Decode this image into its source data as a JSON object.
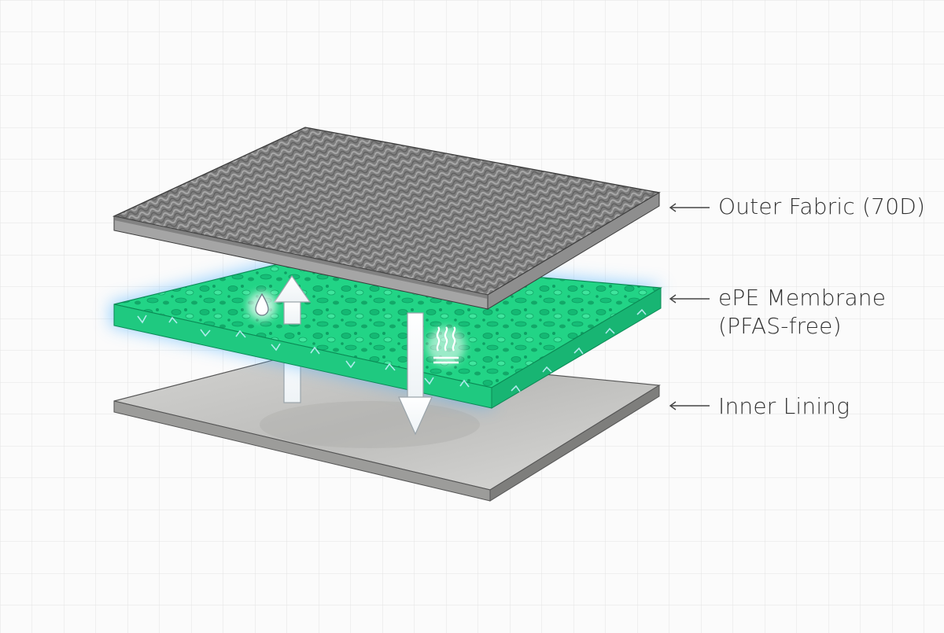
{
  "labels": {
    "outer_fabric": "Outer Fabric (70D)",
    "membrane_line1": "ePE Membrane",
    "membrane_line2": "(PFAS-free)",
    "inner_lining": "Inner Lining"
  },
  "colors": {
    "outer_fabric": "#7b7b7b",
    "membrane": "#22d486",
    "membrane_glow": "#5ab8ff",
    "inner_lining": "#c9c9c7",
    "grid": "#e3e3e3",
    "text": "#333333"
  },
  "icons": [
    "water-drop-icon",
    "heat-waves-icon",
    "arrow-up-icon",
    "arrow-down-icon",
    "leader-arrow-icon"
  ]
}
